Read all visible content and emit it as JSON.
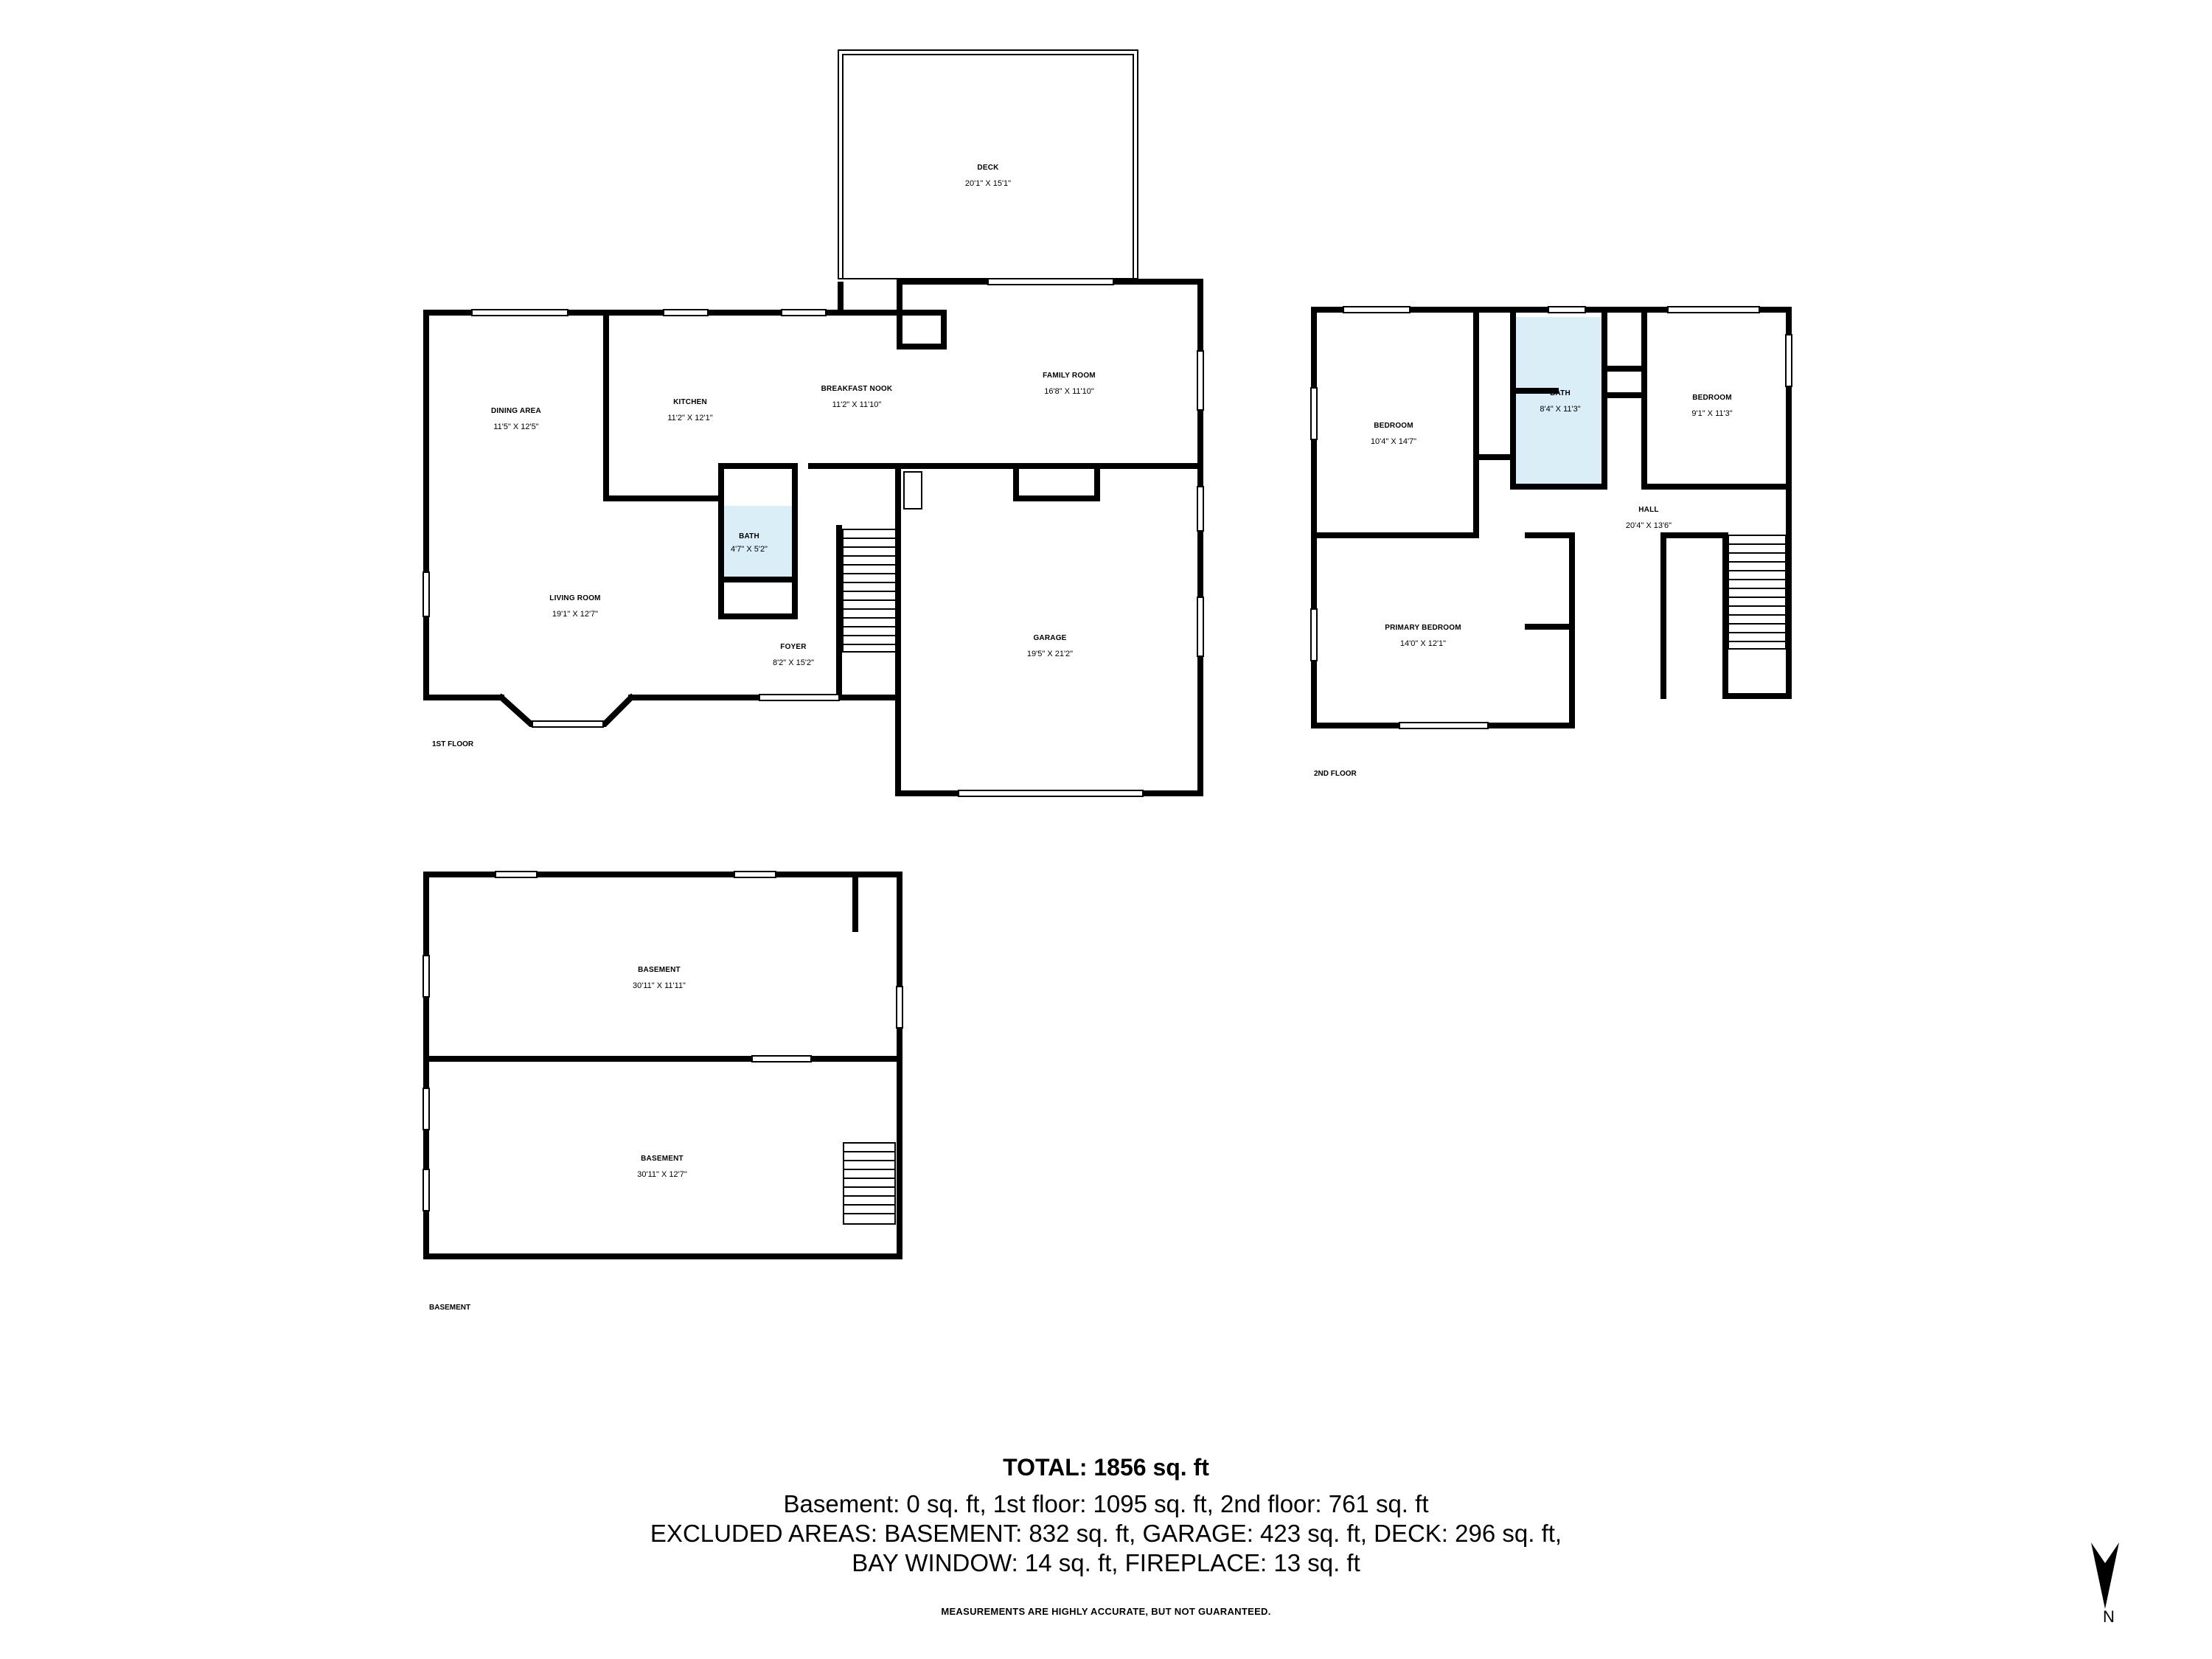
{
  "floors": [
    {
      "id": "first",
      "label": "1ST FLOOR"
    },
    {
      "id": "second",
      "label": "2ND FLOOR"
    },
    {
      "id": "basement",
      "label": "BASEMENT"
    }
  ],
  "rooms": {
    "deck": {
      "name": "DECK",
      "dims": "20'1\" X 15'1\""
    },
    "dining_area": {
      "name": "DINING AREA",
      "dims": "11'5\" X 12'5\""
    },
    "kitchen": {
      "name": "KITCHEN",
      "dims": "11'2\" X 12'1\""
    },
    "breakfast_nook": {
      "name": "BREAKFAST NOOK",
      "dims": "11'2\" X 11'10\""
    },
    "family_room": {
      "name": "FAMILY ROOM",
      "dims": "16'8\" X 11'10\""
    },
    "bath_first": {
      "name": "BATH",
      "dims": "4'7\" X 5'2\""
    },
    "living_room": {
      "name": "LIVING ROOM",
      "dims": "19'1\" X 12'7\""
    },
    "foyer": {
      "name": "FOYER",
      "dims": "8'2\" X 15'2\""
    },
    "garage": {
      "name": "GARAGE",
      "dims": "19'5\" X 21'2\""
    },
    "bedroom_left": {
      "name": "BEDROOM",
      "dims": "10'4\" X 14'7\""
    },
    "bath_second": {
      "name": "BATH",
      "dims": "8'4\" X 11'3\""
    },
    "bedroom_right": {
      "name": "BEDROOM",
      "dims": "9'1\" X 11'3\""
    },
    "hall": {
      "name": "HALL",
      "dims": "20'4\" X 13'6\""
    },
    "primary_bedroom": {
      "name": "PRIMARY BEDROOM",
      "dims": "14'0\" X 12'1\""
    },
    "basement_upper": {
      "name": "BASEMENT",
      "dims": "30'11\" X 11'11\""
    },
    "basement_lower": {
      "name": "BASEMENT",
      "dims": "30'11\" X 12'7\""
    }
  },
  "summary": {
    "total": "TOTAL: 1856 sq. ft",
    "line1": "Basement: 0 sq. ft, 1st floor: 1095 sq. ft, 2nd floor: 761 sq. ft",
    "line2": "EXCLUDED AREAS: BASEMENT: 832 sq. ft, GARAGE: 423 sq. ft, DECK: 296 sq. ft,",
    "line3": "BAY WINDOW: 14 sq. ft, FIREPLACE: 13 sq. ft",
    "disclaimer": "MEASUREMENTS ARE HIGHLY ACCURATE, BUT NOT GUARANTEED."
  },
  "compass": {
    "label": "N",
    "icon": "north-arrow-icon"
  },
  "colors": {
    "bath_fill": "#d9eef7",
    "wall": "#000000",
    "background": "#ffffff"
  }
}
